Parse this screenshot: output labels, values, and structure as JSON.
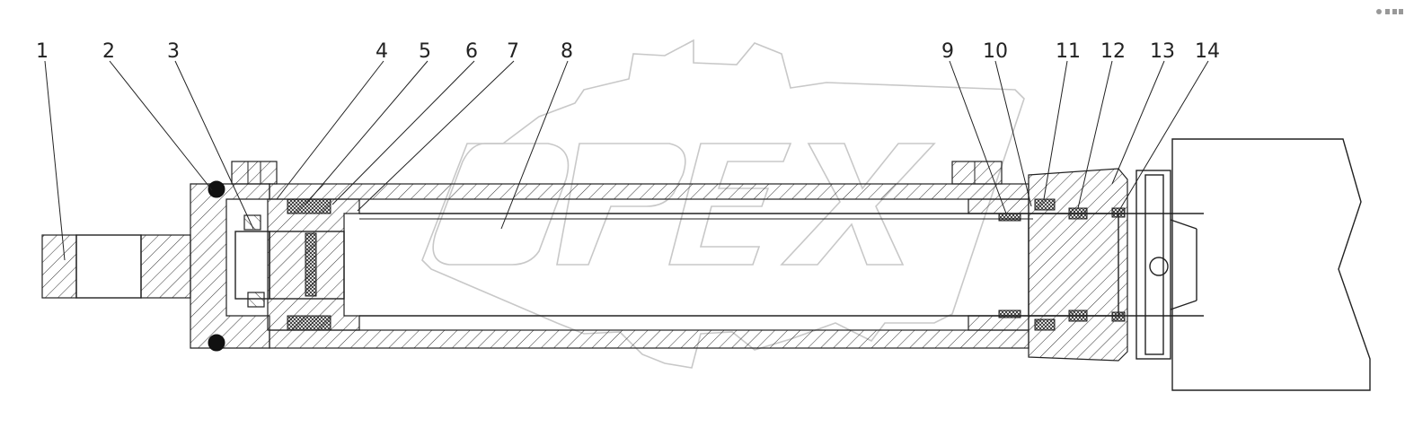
{
  "callouts": [
    "1",
    "2",
    "3",
    "4",
    "5",
    "6",
    "7",
    "8",
    "9",
    "10",
    "11",
    "12",
    "13",
    "14"
  ],
  "watermark": {
    "text": "OPEX",
    "color": "#c8c8c8"
  },
  "icon": "logo-icon"
}
